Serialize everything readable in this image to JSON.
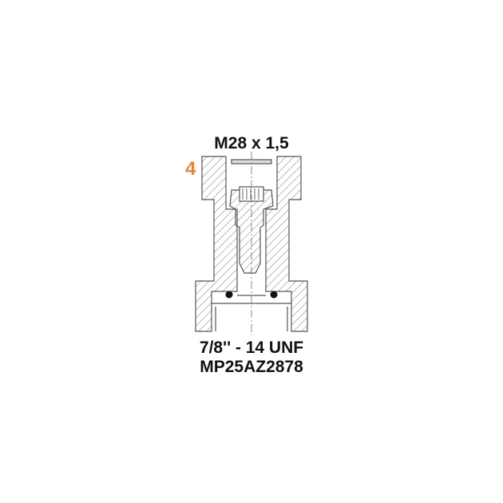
{
  "drawing": {
    "item_number": "4",
    "item_number_color": "#E8873C",
    "top_thread": "M28 x 1,5",
    "bottom_thread": "7/8'' - 14 UNF",
    "part_number": "MP25AZ2878"
  }
}
